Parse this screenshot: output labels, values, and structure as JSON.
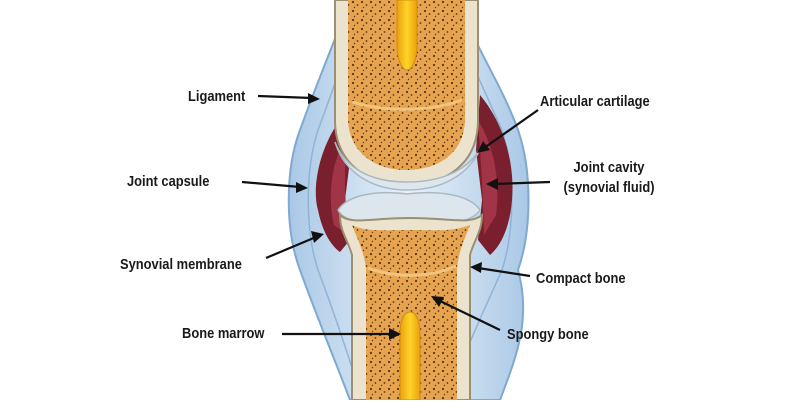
{
  "labels": {
    "ligament": "Ligament",
    "joint_capsule": "Joint capsule",
    "synovial_membrane": "Synovial membrane",
    "bone_marrow": "Bone marrow",
    "articular_cartilage": "Articular cartilage",
    "joint_cavity_line1": "Joint cavity",
    "joint_cavity_line2": "(synovial fluid)",
    "compact_bone": "Compact bone",
    "spongy_bone": "Spongy bone"
  },
  "colors": {
    "capsule_outer": "#c9dff0",
    "capsule_edge": "#7fa9cf",
    "synovial_membrane": "#7a1f2e",
    "synovial_fluid": "#a23447",
    "compact_bone": "#ece3cf",
    "compact_edge": "#9c8f72",
    "spongy_bone": "#e6a450",
    "marrow": "#f3b813",
    "cartilage": "#dce6ec",
    "arrow": "#111111"
  }
}
